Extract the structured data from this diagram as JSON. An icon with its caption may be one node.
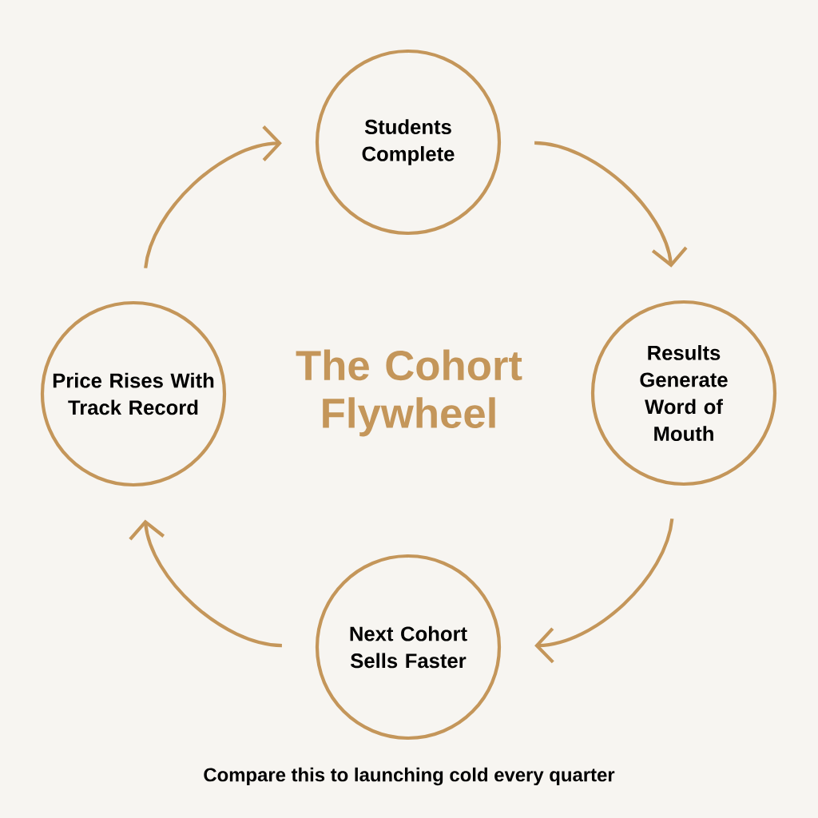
{
  "diagram": {
    "title": "The Cohort Flywheel",
    "caption": "Compare this to launching cold every quarter",
    "nodes": [
      {
        "text": [
          "Students Complete"
        ]
      },
      {
        "text": [
          "Results Generate Word of Mouth"
        ]
      },
      {
        "text": [
          "Next Cohort Sells Faster"
        ]
      },
      {
        "text": [
          "Price Rises With Track Record"
        ]
      }
    ],
    "edges": [
      {
        "from": 0,
        "to": 1,
        "arrow": "to"
      },
      {
        "from": 1,
        "to": 2,
        "arrow": "to"
      },
      {
        "from": 2,
        "to": 3,
        "arrow": "to"
      },
      {
        "from": 3,
        "to": 0,
        "arrow": "to"
      }
    ]
  }
}
